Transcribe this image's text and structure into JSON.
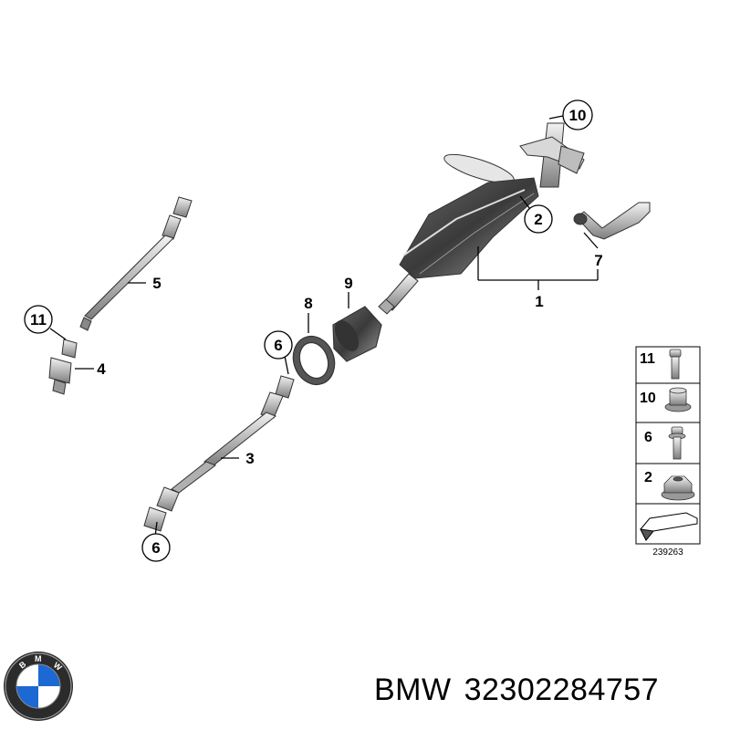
{
  "callouts": {
    "c10": "10",
    "c2": "2",
    "c7": "7",
    "c1": "1",
    "c8": "8",
    "c9": "9",
    "c5": "5",
    "c11": "11",
    "c4": "4",
    "c6a": "6",
    "c3": "3",
    "c6b": "6"
  },
  "legend": {
    "rows": [
      {
        "number": "11",
        "icon": "bolt-icon"
      },
      {
        "number": "10",
        "icon": "flange-nut-bolt-icon"
      },
      {
        "number": "6",
        "icon": "short-bolt-icon"
      },
      {
        "number": "2",
        "icon": "hex-nut-icon"
      }
    ],
    "arrow_icon": "direction-arrow-icon",
    "diagram_number": "239263"
  },
  "footer": {
    "brand": "BMW",
    "part_number": "32302284757"
  },
  "colors": {
    "line": "#000000",
    "metal": "#c8c8c8",
    "metal_dark": "#8a8a8a",
    "logo_blue": "#1c69d4"
  }
}
